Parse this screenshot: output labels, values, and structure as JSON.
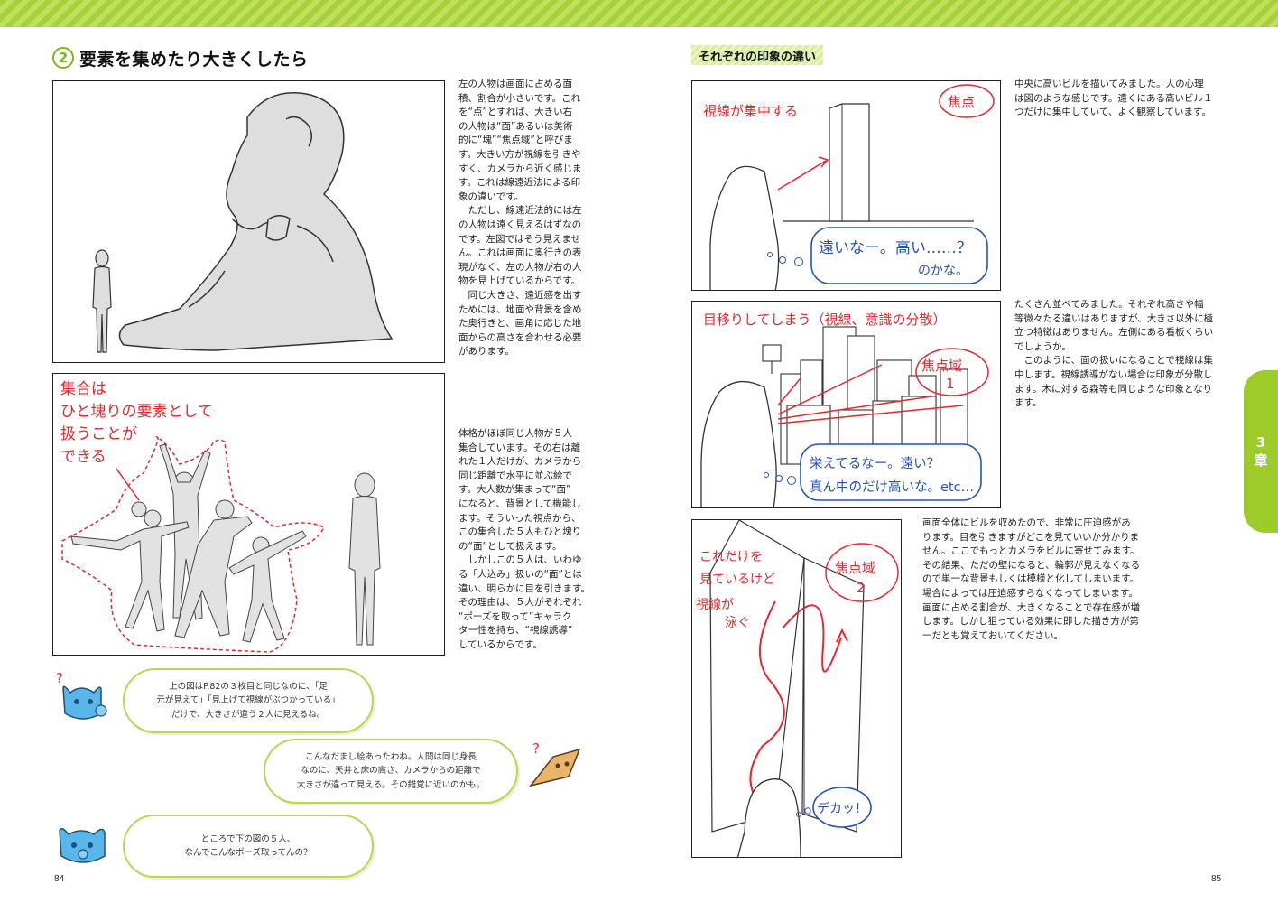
{
  "section": {
    "number": "2",
    "title": "要素を集めたり大きくしたら"
  },
  "subsection": {
    "title": "それぞれの印象の違い"
  },
  "left": {
    "para1": "左の人物は画面に占める面\n積、割合が小さいです。これ\nを“点”とすれば、大きい右\nの人物は“面”あるいは美術\n的に“塊”“焦点域”と呼びま\nす。大きい方が視線を引きや\nすく、カメラから近く感じま\nす。これは線遠近法による印\n象の違いです。\n　ただし、線遠近法的には左\nの人物は遠く見えるはずなの\nです。左図ではそう見えませ\nん。これは画面に奥行きの表\n現がなく、左の人物が右の人\n物を見上げているからです。\n　同じ大きさ、遠近感を出す\nためには、地面や背景を含め\nた奥行きと、画角に応じた地\n面からの高さを合わせる必要\nがあります。",
    "para2": "体格がほぼ同じ人物が５人\n集合しています。その右は離\nれた１人だけが、カメラから\n同じ距離で水平に並ぶ絵で\nす。大人数が集まって“面”\nになると、背景として機能し\nます。そういった視点から、\nこの集合した５人もひと塊り\nの“面”として扱えます。\n　しかしこの５人は、いわゆ\nる「人込み」扱いの“面”とは\n違い、明らかに目を引きます。\nその理由は、５人がそれぞれ\n“ポーズを取って”キャラク\nター性を持ち、“視線誘導”\nしているからです。",
    "panel2_note": "集合は\nひと塊りの要素として\n扱うことが\nできる",
    "bubble1": "上の図はP.82の３枚目と同じなのに、「足\n元が見えて」「見上げて視線がぶつかっている」\nだけで、大きさが違う２人に見えるね。",
    "bubble2": "こんなだまし絵あったわね。人間は同じ身長\nなのに、天井と床の高さ、カメラからの距離で\n大きさが違って見える。その錯覚に近いのかも。",
    "bubble3": "ところで下の図の５人、\nなんでこんなポーズ取ってんの？",
    "page_number": "84"
  },
  "right": {
    "para1": "中央に高いビルを描いてみました。人の心理\nは図のような感じです。遠くにある高いビル１\nつだけに集中していて、よく観察しています。",
    "para2": "たくさん並べてみました。それぞれ高さや幅\n等微々たる違いはありますが、大きさ以外に極\n立つ特徴はありません。左側にある看板くらい\nでしょうか。\n　このように、面の扱いになることで視線は集\n中します。視線誘導がない場合は印象が分散し\nます。木に対する森等も同じような印象となり\nます。",
    "para3": "画面全体にビルを収めたので、非常に圧迫感があ\nります。目を引きますがどこを見ていいか分かりま\nせん。ここでもっとカメラをビルに寄せてみます。\nその結果、ただの壁になると、輪郭が見えなくなる\nので単一な背景もしくは模様と化してしまいます。\n場合によっては圧迫感すらなくなってしまいます。\n画面に占める割合が、大きくなることで存在感が増\nします。しかし狙っている効果に即した描き方が第\n一だとも覚えておいてください。",
    "panel1": {
      "label": "視線が集中する",
      "focus": "焦点",
      "thought1": "遠いなー。高い……？",
      "thought2": "のかな。"
    },
    "panel2": {
      "label": "目移りしてしまう（視線、意識の分散）",
      "focus1": "焦点域",
      "focus2": "1",
      "thought1": "栄えてるなー。遠い？",
      "thought2": "真ん中のだけ高いな。etc…"
    },
    "panel3": {
      "label1": "これだけを",
      "label2": "見ているけど",
      "label3": "視線が",
      "label4": "泳ぐ",
      "focus1": "焦点域",
      "focus2": "2",
      "thought": "デカッ！"
    },
    "chapter_tab": {
      "num": "3",
      "label": "章"
    },
    "page_number": "85"
  },
  "colors": {
    "accent": "#9ccb2a",
    "red": "#e8262c",
    "blue": "#2553b8",
    "figure": "#dedede"
  }
}
